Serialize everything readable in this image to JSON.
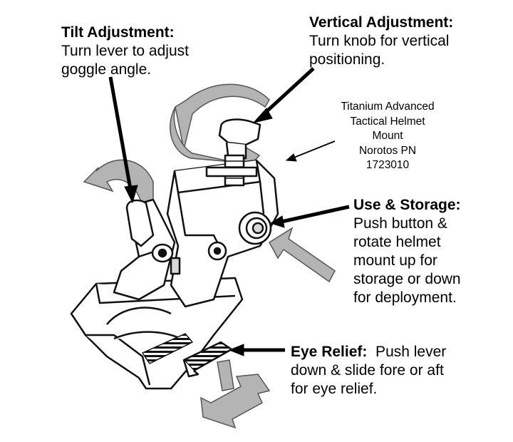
{
  "labels": {
    "tilt": {
      "title": "Tilt Adjustment:",
      "lines": [
        "Turn lever to adjust",
        "goggle angle."
      ]
    },
    "vertical": {
      "title": "Vertical Adjustment:",
      "lines": [
        "Turn knob for vertical",
        "positioning."
      ]
    },
    "mount": {
      "lines": [
        "Titanium Advanced",
        "Tactical Helmet",
        "Mount",
        "Norotos PN",
        "1723010"
      ]
    },
    "storage": {
      "title": "Use & Storage:",
      "lines": [
        "Push button &",
        "rotate helmet",
        "mount up for",
        "storage or down",
        "for deployment."
      ]
    },
    "eye": {
      "title": "Eye Relief:",
      "text": "  Push lever",
      "lines": [
        "down & slide fore or aft",
        "for eye relief."
      ]
    }
  },
  "colors": {
    "ink": "#000000",
    "arrow_fill": "#b4b4b4",
    "arrow_stroke": "#555555",
    "device_fill": "#ffffff",
    "device_shade": "#d8d8d8"
  }
}
